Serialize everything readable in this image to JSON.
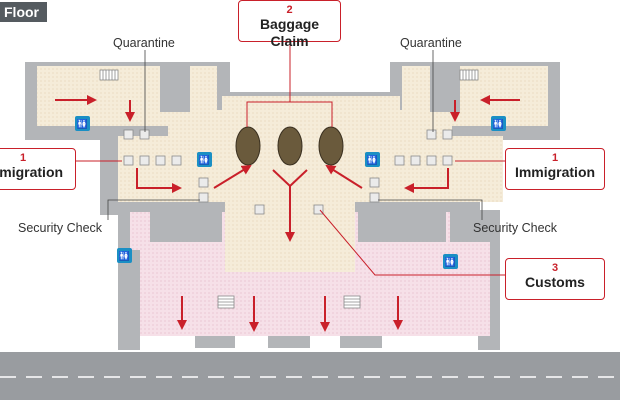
{
  "floor_label": "Floor",
  "callouts": {
    "baggage": {
      "number": "2",
      "label": "Baggage Claim"
    },
    "immigration_left": {
      "number": "1",
      "label": "Immigration"
    },
    "immigration_right": {
      "number": "1",
      "label": "Immigration"
    },
    "customs": {
      "number": "3",
      "label": "Customs"
    }
  },
  "labels": {
    "quarantine_left": "Quarantine",
    "quarantine_right": "Quarantine",
    "security_left": "Security Check",
    "security_right": "Security Check"
  },
  "icons": {
    "restroom": "restroom-icon",
    "flow_arrow": "arrow-icon",
    "stairs": "stairs-icon"
  },
  "colors": {
    "accent": "#c9202a",
    "wall": "#b3b5b8",
    "restricted_area": "#f5ecd9",
    "customs_area": "#f5dfe6",
    "restroom": "#1a8fc4",
    "carousel": "#6a5a3c",
    "road": "#999ca0"
  }
}
